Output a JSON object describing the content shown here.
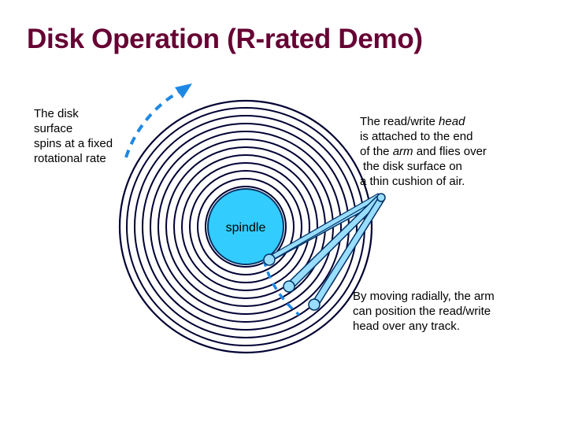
{
  "slide": {
    "title": "Disk Operation (R-rated Demo)"
  },
  "spindle_label": "spindle",
  "notes": {
    "spin": [
      "The disk",
      "surface",
      "spins at a fixed",
      "rotational rate"
    ],
    "head": {
      "line1_prefix": "The read/write ",
      "line1_italic": "head",
      "line2": "is attached to the end",
      "line3_prefix": "of the ",
      "line3_italic": "arm",
      "line3_suffix": " and flies over",
      "line4": "the disk surface on",
      "line5": "a thin cushion of air."
    },
    "arm": [
      "By moving radially, the arm",
      "can position the read/write",
      "head over any track."
    ]
  },
  "colors": {
    "title": "#660033",
    "track": "#000033",
    "spindle_fill": "#33ccff",
    "arm_fill": "#99ddff",
    "arm_stroke": "#003366",
    "dash": "#1e88e5"
  }
}
